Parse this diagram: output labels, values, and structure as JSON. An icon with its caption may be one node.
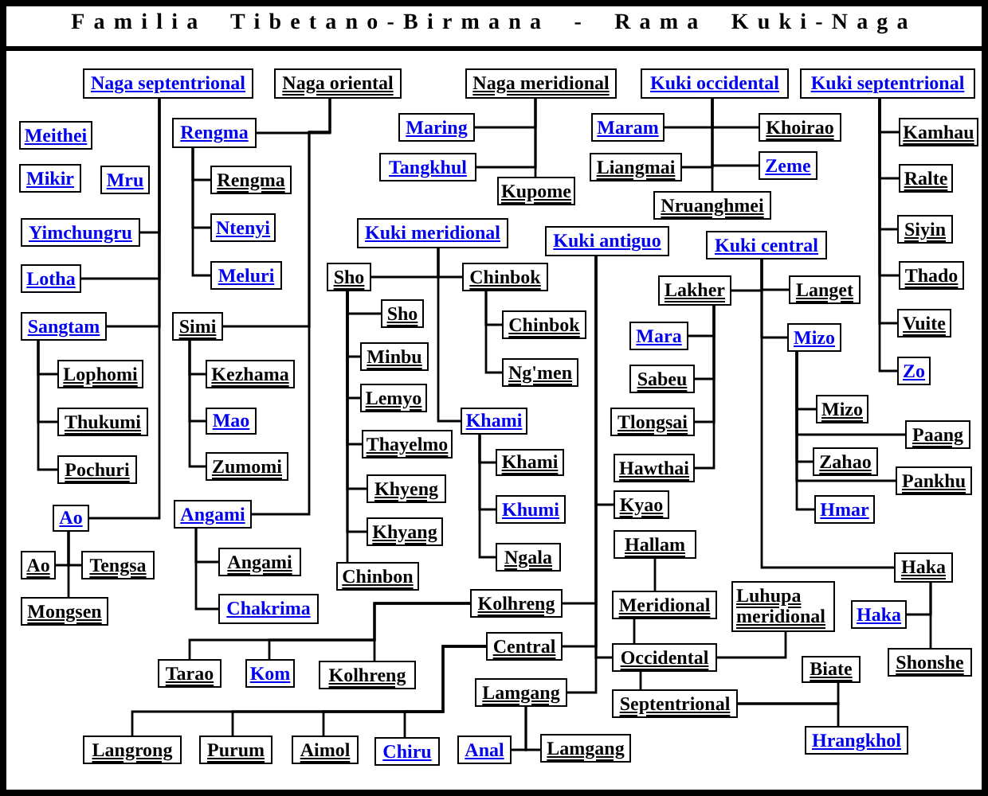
{
  "diagram": {
    "title": "Familia Tibetano-Birmana - Rama Kuki-Naga",
    "nodes": [
      {
        "text": [
          "Naga septentrional"
        ]
      },
      {
        "text": [
          "Naga oriental"
        ]
      },
      {
        "text": [
          "Naga meridional"
        ]
      },
      {
        "text": [
          "Kuki occidental"
        ]
      },
      {
        "text": [
          "Kuki septentrional"
        ]
      },
      {
        "text": [
          "Meithei"
        ]
      },
      {
        "text": [
          "Rengma"
        ]
      },
      {
        "text": [
          "Maring"
        ]
      },
      {
        "text": [
          "Maram"
        ]
      },
      {
        "text": [
          "Khoirao"
        ]
      },
      {
        "text": [
          "Kamhau"
        ]
      },
      {
        "text": [
          "Mikir"
        ]
      },
      {
        "text": [
          "Mru"
        ]
      },
      {
        "text": [
          "Rengma"
        ]
      },
      {
        "text": [
          "Tangkhul"
        ]
      },
      {
        "text": [
          "Liangmai"
        ]
      },
      {
        "text": [
          "Zeme"
        ]
      },
      {
        "text": [
          "Ralte"
        ]
      },
      {
        "text": [
          "Kupome"
        ]
      },
      {
        "text": [
          "Nruanghmei"
        ]
      },
      {
        "text": [
          "Yimchungru"
        ]
      },
      {
        "text": [
          "Ntenyi"
        ]
      },
      {
        "text": [
          "Siyin"
        ]
      },
      {
        "text": [
          "Kuki meridional"
        ]
      },
      {
        "text": [
          "Kuki antiguo"
        ]
      },
      {
        "text": [
          "Kuki central"
        ]
      },
      {
        "text": [
          "Lotha"
        ]
      },
      {
        "text": [
          "Meluri"
        ]
      },
      {
        "text": [
          "Thado"
        ]
      },
      {
        "text": [
          "Sho"
        ]
      },
      {
        "text": [
          "Chinbok"
        ]
      },
      {
        "text": [
          "Lakher"
        ]
      },
      {
        "text": [
          "Langet"
        ]
      },
      {
        "text": [
          "Sangtam"
        ]
      },
      {
        "text": [
          "Simi"
        ]
      },
      {
        "text": [
          "Sho"
        ]
      },
      {
        "text": [
          "Chinbok"
        ]
      },
      {
        "text": [
          "Mara"
        ]
      },
      {
        "text": [
          "Mizo"
        ]
      },
      {
        "text": [
          "Vuite"
        ]
      },
      {
        "text": [
          "Minbu"
        ]
      },
      {
        "text": [
          "Sabeu"
        ]
      },
      {
        "text": [
          "Zo"
        ]
      },
      {
        "text": [
          "Ng'men"
        ]
      },
      {
        "text": [
          "Lophomi"
        ]
      },
      {
        "text": [
          "Kezhama"
        ]
      },
      {
        "text": [
          "Lemyo"
        ]
      },
      {
        "text": [
          "Tlongsai"
        ]
      },
      {
        "text": [
          "Mizo"
        ]
      },
      {
        "text": [
          "Thukumi"
        ]
      },
      {
        "text": [
          "Mao"
        ]
      },
      {
        "text": [
          "Thayelmo"
        ]
      },
      {
        "text": [
          "Khami"
        ]
      },
      {
        "text": [
          "Paang"
        ]
      },
      {
        "text": [
          "Pochuri"
        ]
      },
      {
        "text": [
          "Zumomi"
        ]
      },
      {
        "text": [
          "Khami"
        ]
      },
      {
        "text": [
          "Hawthai"
        ]
      },
      {
        "text": [
          "Zahao"
        ]
      },
      {
        "text": [
          "Pankhu"
        ]
      },
      {
        "text": [
          "Khyeng"
        ]
      },
      {
        "text": [
          "Khumi"
        ]
      },
      {
        "text": [
          "Hmar"
        ]
      },
      {
        "text": [
          "Ao"
        ]
      },
      {
        "text": [
          "Angami"
        ]
      },
      {
        "text": [
          "Kyao"
        ]
      },
      {
        "text": [
          "Khyang"
        ]
      },
      {
        "text": [
          "Ngala"
        ]
      },
      {
        "text": [
          "Hallam"
        ]
      },
      {
        "text": [
          "Ao"
        ]
      },
      {
        "text": [
          "Tengsa"
        ]
      },
      {
        "text": [
          "Angami"
        ]
      },
      {
        "text": [
          "Chinbon"
        ]
      },
      {
        "text": [
          "Haka"
        ]
      },
      {
        "text": [
          "Mongsen"
        ]
      },
      {
        "text": [
          "Chakrima"
        ]
      },
      {
        "text": [
          "Kolhreng"
        ]
      },
      {
        "text": [
          "Meridional"
        ]
      },
      {
        "text": [
          "Luhupa meridional"
        ]
      },
      {
        "text": [
          "Haka"
        ]
      },
      {
        "text": [
          "Central"
        ]
      },
      {
        "text": [
          "Occidental"
        ]
      },
      {
        "text": [
          "Shonshe"
        ]
      },
      {
        "text": [
          "Tarao"
        ]
      },
      {
        "text": [
          "Kom"
        ]
      },
      {
        "text": [
          "Kolhreng"
        ]
      },
      {
        "text": [
          "Biate"
        ]
      },
      {
        "text": [
          "Lamgang"
        ]
      },
      {
        "text": [
          "Septentrional"
        ]
      },
      {
        "text": [
          "Langrong"
        ]
      },
      {
        "text": [
          "Purum"
        ]
      },
      {
        "text": [
          "Aimol"
        ]
      },
      {
        "text": [
          "Chiru"
        ]
      },
      {
        "text": [
          "Anal"
        ]
      },
      {
        "text": [
          "Lamgang"
        ]
      },
      {
        "text": [
          "Hrangkhol"
        ]
      }
    ],
    "edges": [
      {
        "from": 0,
        "to": 20,
        "arrow": "none"
      },
      {
        "from": 0,
        "to": 26,
        "arrow": "none"
      },
      {
        "from": 0,
        "to": 33,
        "arrow": "none"
      },
      {
        "from": 0,
        "to": 63,
        "arrow": "none"
      },
      {
        "from": 33,
        "to": 44,
        "arrow": "none"
      },
      {
        "from": 33,
        "to": 49,
        "arrow": "none"
      },
      {
        "from": 33,
        "to": 54,
        "arrow": "none"
      },
      {
        "from": 63,
        "to": 69,
        "arrow": "none"
      },
      {
        "from": 63,
        "to": 70,
        "arrow": "none"
      },
      {
        "from": 63,
        "to": 74,
        "arrow": "none"
      },
      {
        "from": 1,
        "to": 6,
        "arrow": "none"
      },
      {
        "from": 1,
        "to": 34,
        "arrow": "none"
      },
      {
        "from": 1,
        "to": 64,
        "arrow": "none"
      },
      {
        "from": 6,
        "to": 13,
        "arrow": "none"
      },
      {
        "from": 6,
        "to": 21,
        "arrow": "none"
      },
      {
        "from": 6,
        "to": 27,
        "arrow": "none"
      },
      {
        "from": 34,
        "to": 45,
        "arrow": "none"
      },
      {
        "from": 34,
        "to": 50,
        "arrow": "none"
      },
      {
        "from": 34,
        "to": 55,
        "arrow": "none"
      },
      {
        "from": 64,
        "to": 71,
        "arrow": "none"
      },
      {
        "from": 64,
        "to": 75,
        "arrow": "none"
      },
      {
        "from": 2,
        "to": 7,
        "arrow": "none"
      },
      {
        "from": 2,
        "to": 14,
        "arrow": "none"
      },
      {
        "from": 2,
        "to": 18,
        "arrow": "none"
      },
      {
        "from": 3,
        "to": 8,
        "arrow": "none"
      },
      {
        "from": 3,
        "to": 9,
        "arrow": "none"
      },
      {
        "from": 3,
        "to": 15,
        "arrow": "none"
      },
      {
        "from": 3,
        "to": 16,
        "arrow": "none"
      },
      {
        "from": 3,
        "to": 19,
        "arrow": "none"
      },
      {
        "from": 4,
        "to": 10,
        "arrow": "none"
      },
      {
        "from": 4,
        "to": 17,
        "arrow": "none"
      },
      {
        "from": 4,
        "to": 22,
        "arrow": "none"
      },
      {
        "from": 4,
        "to": 28,
        "arrow": "none"
      },
      {
        "from": 4,
        "to": 39,
        "arrow": "none"
      },
      {
        "from": 4,
        "to": 42,
        "arrow": "none"
      },
      {
        "from": 23,
        "to": 29,
        "arrow": "none"
      },
      {
        "from": 23,
        "to": 30,
        "arrow": "none"
      },
      {
        "from": 23,
        "to": 52,
        "arrow": "none"
      },
      {
        "from": 29,
        "to": 35,
        "arrow": "none"
      },
      {
        "from": 29,
        "to": 40,
        "arrow": "none"
      },
      {
        "from": 29,
        "to": 46,
        "arrow": "none"
      },
      {
        "from": 29,
        "to": 51,
        "arrow": "none"
      },
      {
        "from": 29,
        "to": 60,
        "arrow": "none"
      },
      {
        "from": 29,
        "to": 66,
        "arrow": "none"
      },
      {
        "from": 29,
        "to": 72,
        "arrow": "none"
      },
      {
        "from": 30,
        "to": 36,
        "arrow": "none"
      },
      {
        "from": 30,
        "to": 43,
        "arrow": "none"
      },
      {
        "from": 52,
        "to": 56,
        "arrow": "none"
      },
      {
        "from": 52,
        "to": 61,
        "arrow": "none"
      },
      {
        "from": 52,
        "to": 67,
        "arrow": "none"
      },
      {
        "from": 24,
        "to": 65,
        "arrow": "none"
      },
      {
        "from": 24,
        "to": 76,
        "arrow": "none"
      },
      {
        "from": 24,
        "to": 80,
        "arrow": "none"
      },
      {
        "from": 24,
        "to": 81,
        "arrow": "none"
      },
      {
        "from": 24,
        "to": 87,
        "arrow": "none"
      },
      {
        "from": 68,
        "to": 77,
        "arrow": "none"
      },
      {
        "from": 77,
        "to": 81,
        "arrow": "none"
      },
      {
        "from": 81,
        "to": 88,
        "arrow": "none"
      },
      {
        "from": 81,
        "to": 78,
        "arrow": "none"
      },
      {
        "from": 88,
        "to": 86,
        "arrow": "none"
      },
      {
        "from": 88,
        "to": 95,
        "arrow": "none"
      },
      {
        "from": 76,
        "to": 83,
        "arrow": "none"
      },
      {
        "from": 76,
        "to": 84,
        "arrow": "none"
      },
      {
        "from": 76,
        "to": 85,
        "arrow": "none"
      },
      {
        "from": 80,
        "to": 89,
        "arrow": "none"
      },
      {
        "from": 80,
        "to": 90,
        "arrow": "none"
      },
      {
        "from": 80,
        "to": 91,
        "arrow": "none"
      },
      {
        "from": 80,
        "to": 92,
        "arrow": "none"
      },
      {
        "from": 87,
        "to": 93,
        "arrow": "none"
      },
      {
        "from": 87,
        "to": 94,
        "arrow": "none"
      },
      {
        "from": 25,
        "to": 31,
        "arrow": "none"
      },
      {
        "from": 25,
        "to": 32,
        "arrow": "none"
      },
      {
        "from": 25,
        "to": 38,
        "arrow": "none"
      },
      {
        "from": 25,
        "to": 73,
        "arrow": "none"
      },
      {
        "from": 31,
        "to": 37,
        "arrow": "none"
      },
      {
        "from": 31,
        "to": 41,
        "arrow": "none"
      },
      {
        "from": 31,
        "to": 47,
        "arrow": "none"
      },
      {
        "from": 31,
        "to": 57,
        "arrow": "none"
      },
      {
        "from": 38,
        "to": 48,
        "arrow": "none"
      },
      {
        "from": 38,
        "to": 53,
        "arrow": "none"
      },
      {
        "from": 38,
        "to": 58,
        "arrow": "none"
      },
      {
        "from": 38,
        "to": 59,
        "arrow": "none"
      },
      {
        "from": 38,
        "to": 62,
        "arrow": "none"
      },
      {
        "from": 73,
        "to": 79,
        "arrow": "none"
      },
      {
        "from": 73,
        "to": 82,
        "arrow": "none"
      }
    ]
  }
}
